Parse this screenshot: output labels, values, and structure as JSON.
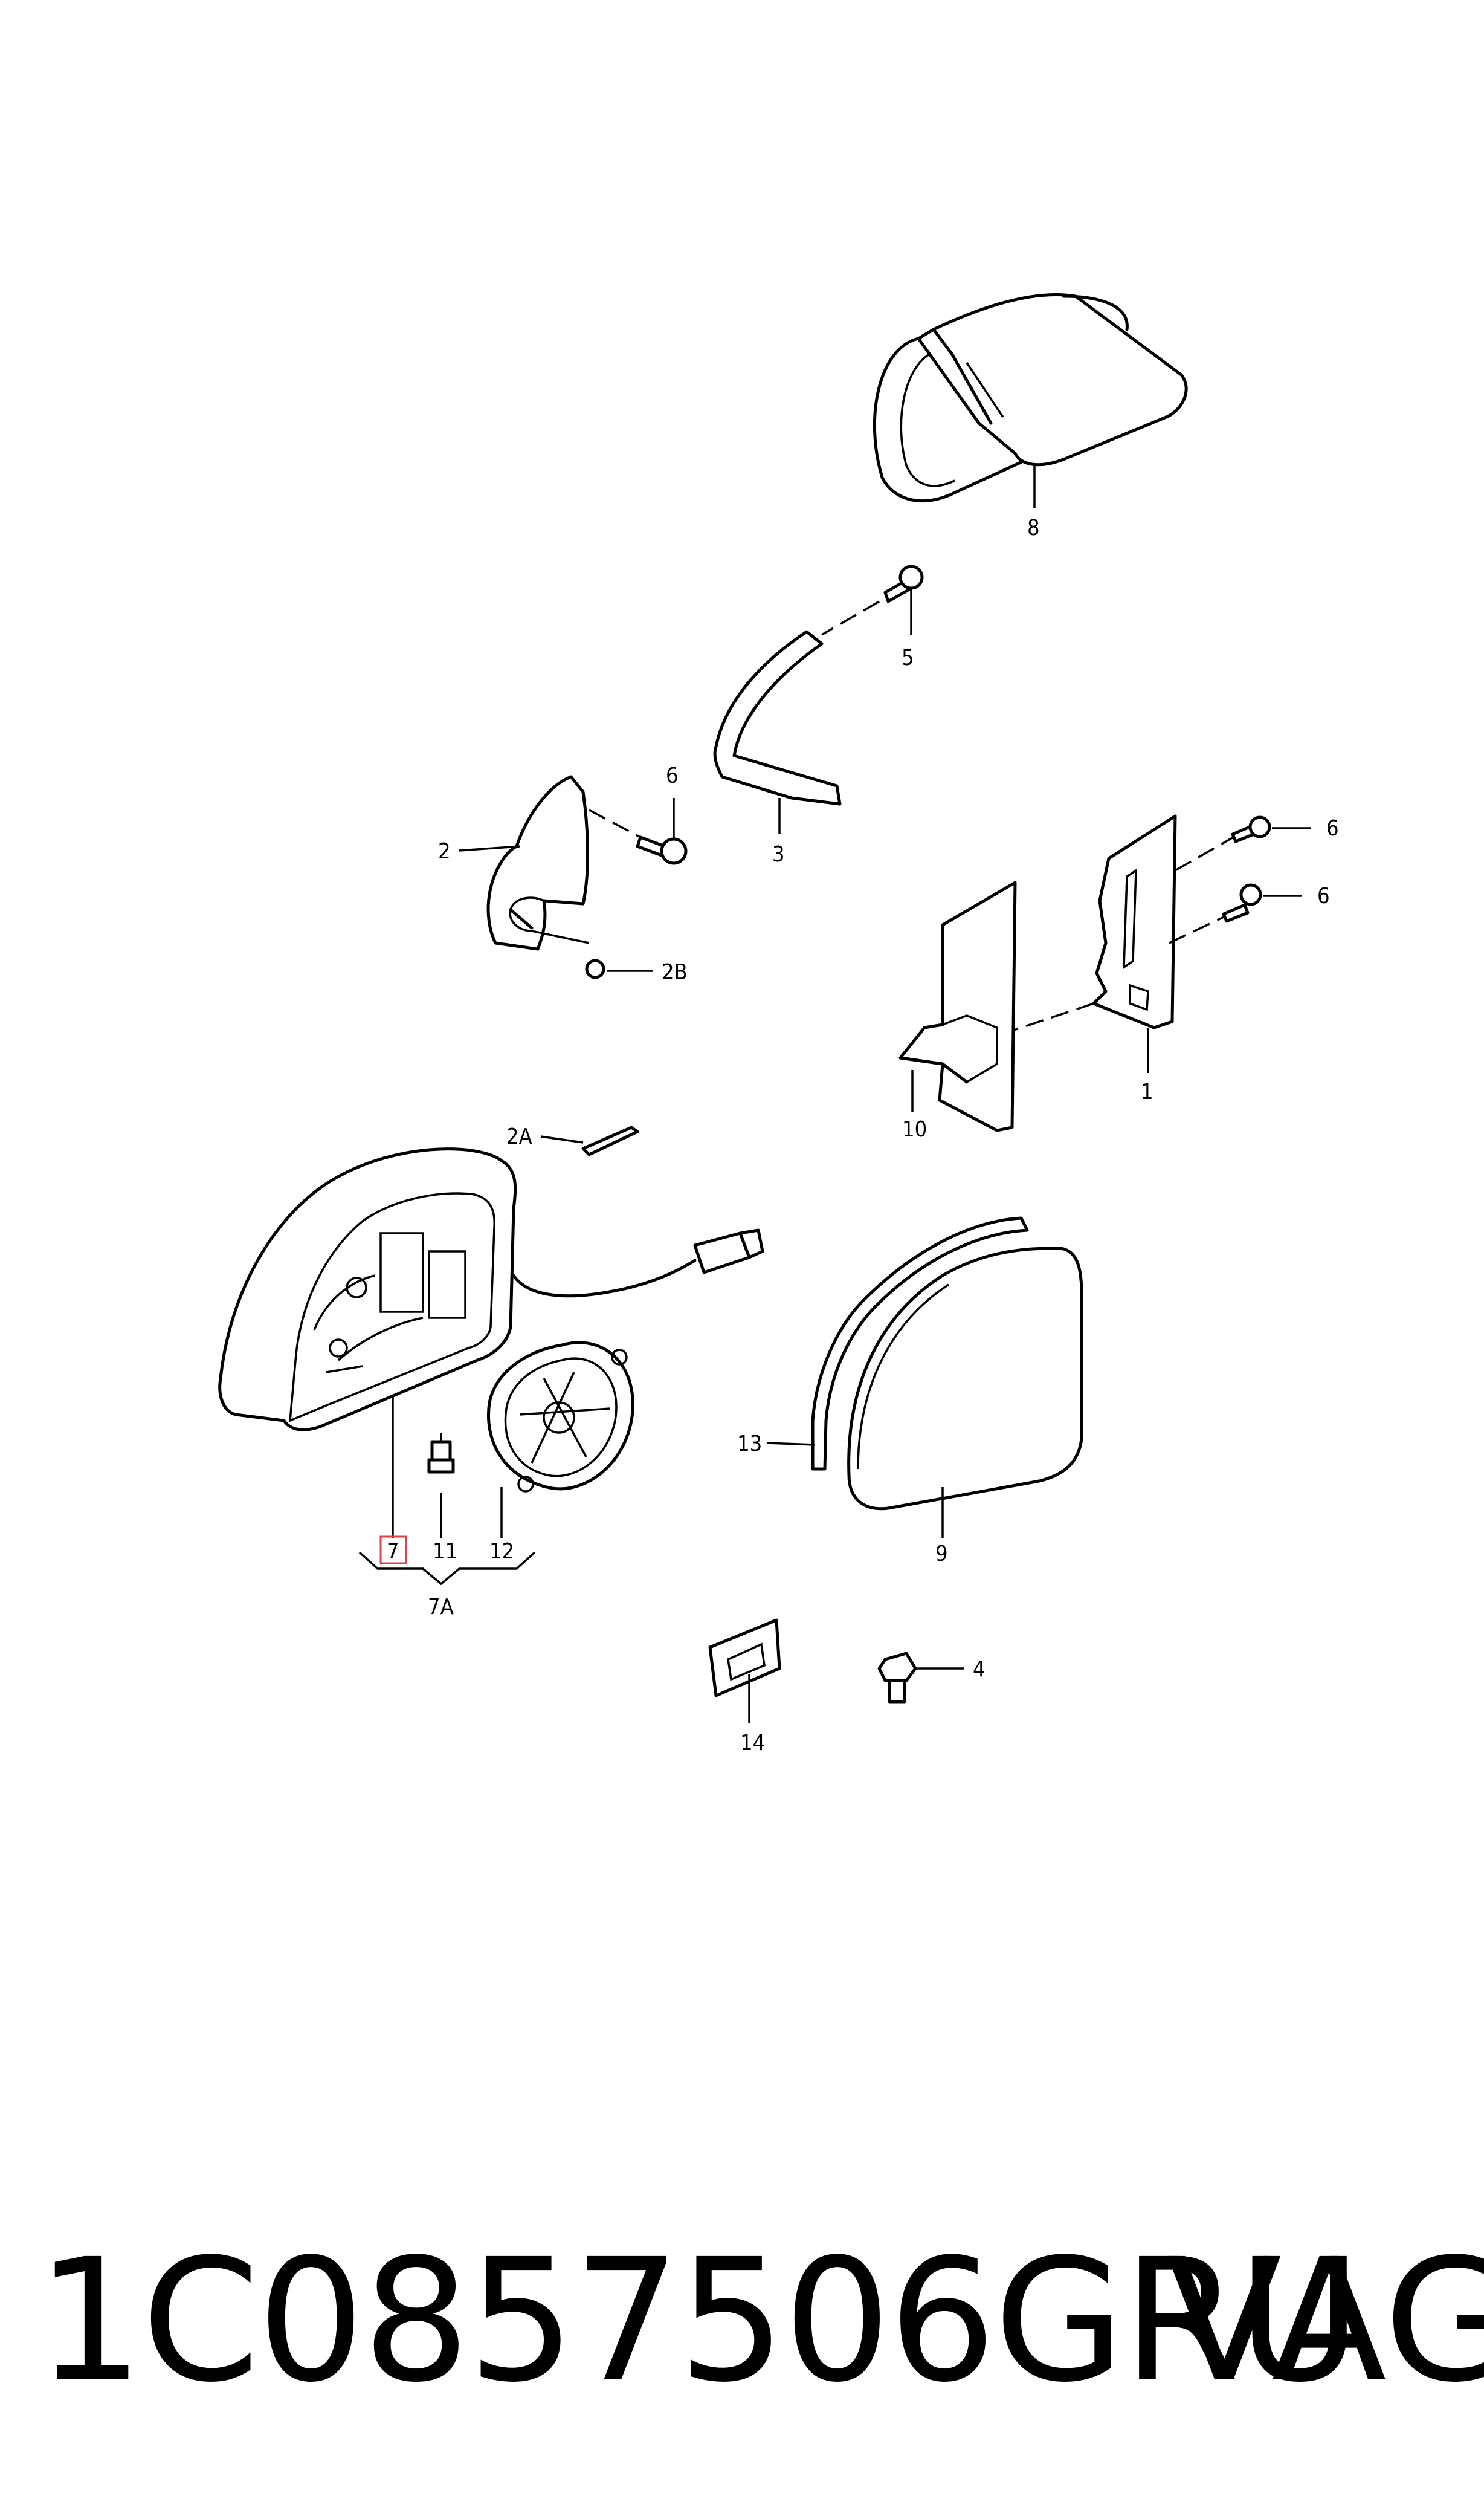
{
  "diagram": {
    "labels": {
      "l1": "1",
      "l2": "2",
      "l2a": "2A",
      "l2b": "2B",
      "l3": "3",
      "l4": "4",
      "l5": "5",
      "l6a": "6",
      "l6b": "6",
      "l6c": "6",
      "l7": "7",
      "l7a": "7A",
      "l8": "8",
      "l9": "9",
      "l10": "10",
      "l11": "11",
      "l12": "12",
      "l13": "13",
      "l14": "14"
    },
    "highlight_color": "#e04040"
  },
  "footer": {
    "part_number": "1C0857506GRU",
    "brand": "VAG"
  }
}
